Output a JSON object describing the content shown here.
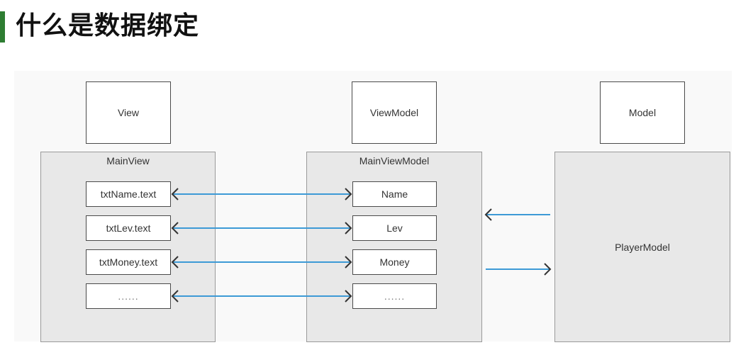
{
  "title": "什么是数据绑定",
  "layers": {
    "view": "View",
    "viewmodel": "ViewModel",
    "model": "Model"
  },
  "panels": {
    "main_view": "MainView",
    "main_view_model": "MainViewModel",
    "player_model": "PlayerModel"
  },
  "view_fields": [
    "txtName.text",
    "txtLev.text",
    "txtMoney.text",
    "......"
  ],
  "viewmodel_fields": [
    "Name",
    "Lev",
    "Money",
    "......"
  ],
  "colors": {
    "accent_bar": "#2e7d32",
    "arrow_blue": "#3d9ad6"
  }
}
